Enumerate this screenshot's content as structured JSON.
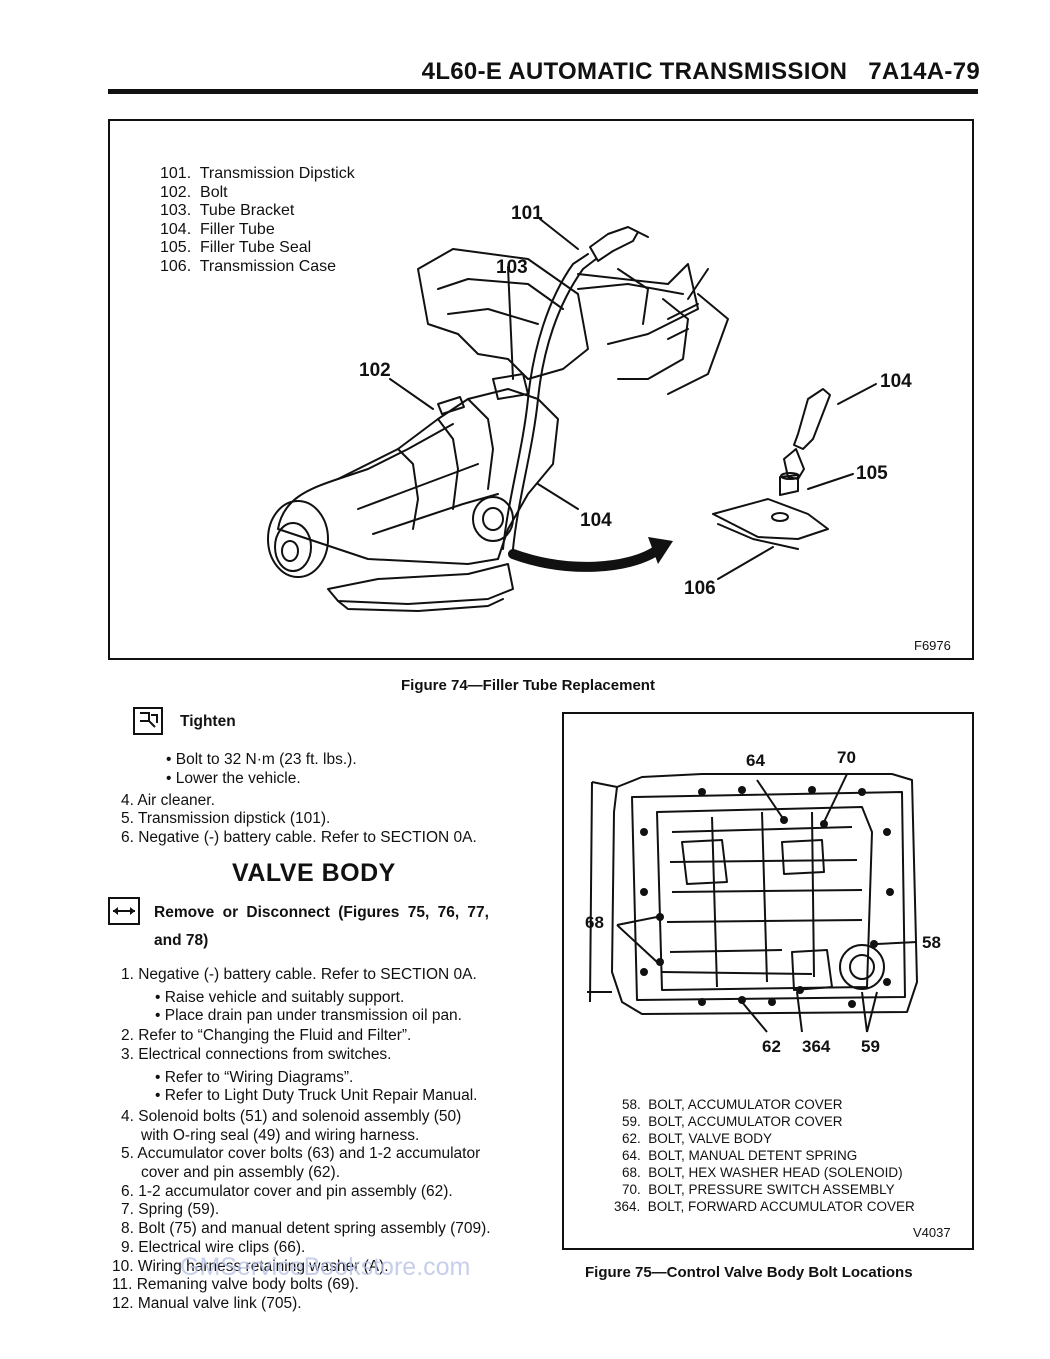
{
  "header": {
    "title": "4L60-E AUTOMATIC TRANSMISSION   7A14A-79"
  },
  "figure74": {
    "legend": [
      "101.  Transmission Dipstick",
      "102.  Bolt",
      "103.  Tube Bracket",
      "104.  Filler Tube",
      "105.  Filler Tube Seal",
      "106.  Transmission Case"
    ],
    "callouts": {
      "c101": "101",
      "c102": "102",
      "c103": "103",
      "c104a": "104",
      "c104b": "104",
      "c105": "105",
      "c106": "106"
    },
    "code": "F6976",
    "caption": "Figure 74—Filler Tube Replacement"
  },
  "tighten": {
    "label": "Tighten",
    "bullets": [
      "• Bolt to 32 N·m (23 ft. lbs.).",
      "• Lower the vehicle."
    ]
  },
  "install_steps": [
    "4. Air cleaner.",
    "5. Transmission dipstick (101).",
    "6. Negative (-) battery cable. Refer to SECTION 0A."
  ],
  "section": {
    "title": "VALVE BODY",
    "remove_line1": "Remove or Disconnect (Figures 75, 76, 77,",
    "remove_line2": "and 78)",
    "steps": [
      {
        "t": "1. Negative (-) battery cable. Refer to SECTION 0A.",
        "indent": false
      },
      {
        "t": "• Raise vehicle and suitably support.",
        "indent": true
      },
      {
        "t": "• Place drain pan under transmission oil pan.",
        "indent": true
      },
      {
        "t": "2. Refer to “Changing the Fluid and Filter”.",
        "indent": false
      },
      {
        "t": "3. Electrical connections from switches.",
        "indent": false
      },
      {
        "t": "• Refer to “Wiring Diagrams”.",
        "indent": true
      },
      {
        "t": "• Refer to Light Duty Truck Unit Repair Manual.",
        "indent": true
      },
      {
        "t": "4. Solenoid bolts (51) and solenoid assembly (50)",
        "indent": false
      },
      {
        "t": "with O-ring seal (49) and wiring harness.",
        "indent": "cont"
      },
      {
        "t": "5. Accumulator cover bolts (63) and 1-2 accumulator",
        "indent": false
      },
      {
        "t": "cover and pin assembly (62).",
        "indent": "cont"
      },
      {
        "t": "6. 1-2 accumulator cover and pin assembly (62).",
        "indent": false
      },
      {
        "t": "7. Spring (59).",
        "indent": false
      },
      {
        "t": "8. Bolt (75) and manual detent spring assembly (709).",
        "indent": false
      },
      {
        "t": "9. Electrical wire clips (66).",
        "indent": false
      },
      {
        "t": "10. Wiring harness retaining washer (A).",
        "indent": false
      },
      {
        "t": "11. Remaning valve body bolts (69).",
        "indent": false
      },
      {
        "t": "12. Manual valve link (705).",
        "indent": false
      }
    ]
  },
  "figure75": {
    "callouts": {
      "c64": "64",
      "c70": "70",
      "c68": "68",
      "c58": "58",
      "c62": "62",
      "c364": "364",
      "c59": "59"
    },
    "legend": [
      "58.  BOLT, ACCUMULATOR COVER",
      "59.  BOLT, ACCUMULATOR COVER",
      "62.  BOLT, VALVE BODY",
      "64.  BOLT, MANUAL DETENT SPRING",
      "68.  BOLT, HEX WASHER HEAD (SOLENOID)",
      "70.  BOLT, PRESSURE SWITCH ASSEMBLY",
      "364.  BOLT, FORWARD ACCUMULATOR COVER"
    ],
    "code": "V4037",
    "caption": "Figure 75—Control Valve Body Bolt Locations"
  },
  "watermark": "GMServiceBookstore.com"
}
